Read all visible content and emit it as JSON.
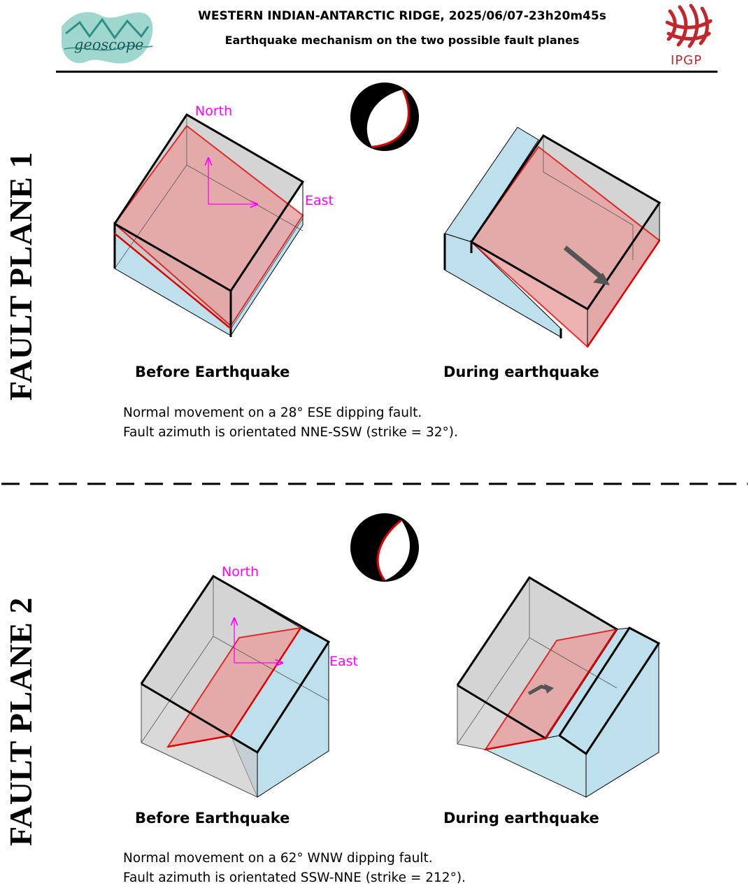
{
  "header": {
    "title": "WESTERN INDIAN-ANTARCTIC RIDGE, 2025/06/07-23h20m45s",
    "subtitle": "Earthquake mechanism on the two possible fault planes",
    "left_logo": {
      "text": "geoscope",
      "icon": "geoscope-logo-icon"
    },
    "right_logo": {
      "text": "IPGP",
      "icon": "ipgp-logo-icon"
    }
  },
  "panels": [
    {
      "side_label": "FAULT PLANE 1",
      "north_label": "North",
      "east_label": "East",
      "before_caption": "Before Earthquake",
      "during_caption": "During earthquake",
      "description_line1": "Normal movement on a 28° ESE dipping fault.",
      "description_line2": "Fault azimuth is orientated NNE-SSW (strike = 32°)."
    },
    {
      "side_label": "FAULT PLANE 2",
      "north_label": "North",
      "east_label": "East",
      "before_caption": "Before Earthquake",
      "during_caption": "During earthquake",
      "description_line1": "Normal movement on a 62° WNW dipping fault.",
      "description_line2": "Fault azimuth is orientated SSW-NNE (strike = 212°)."
    }
  ],
  "colors": {
    "fault_plane": "#e8a0a0",
    "fault_edge": "#e00000",
    "upper_block": "#c8c8c8",
    "lower_block": "#bde0ec",
    "axis": "#ff00ff",
    "ipgp": "#c0282e",
    "geoscope": "#4db6ac"
  }
}
